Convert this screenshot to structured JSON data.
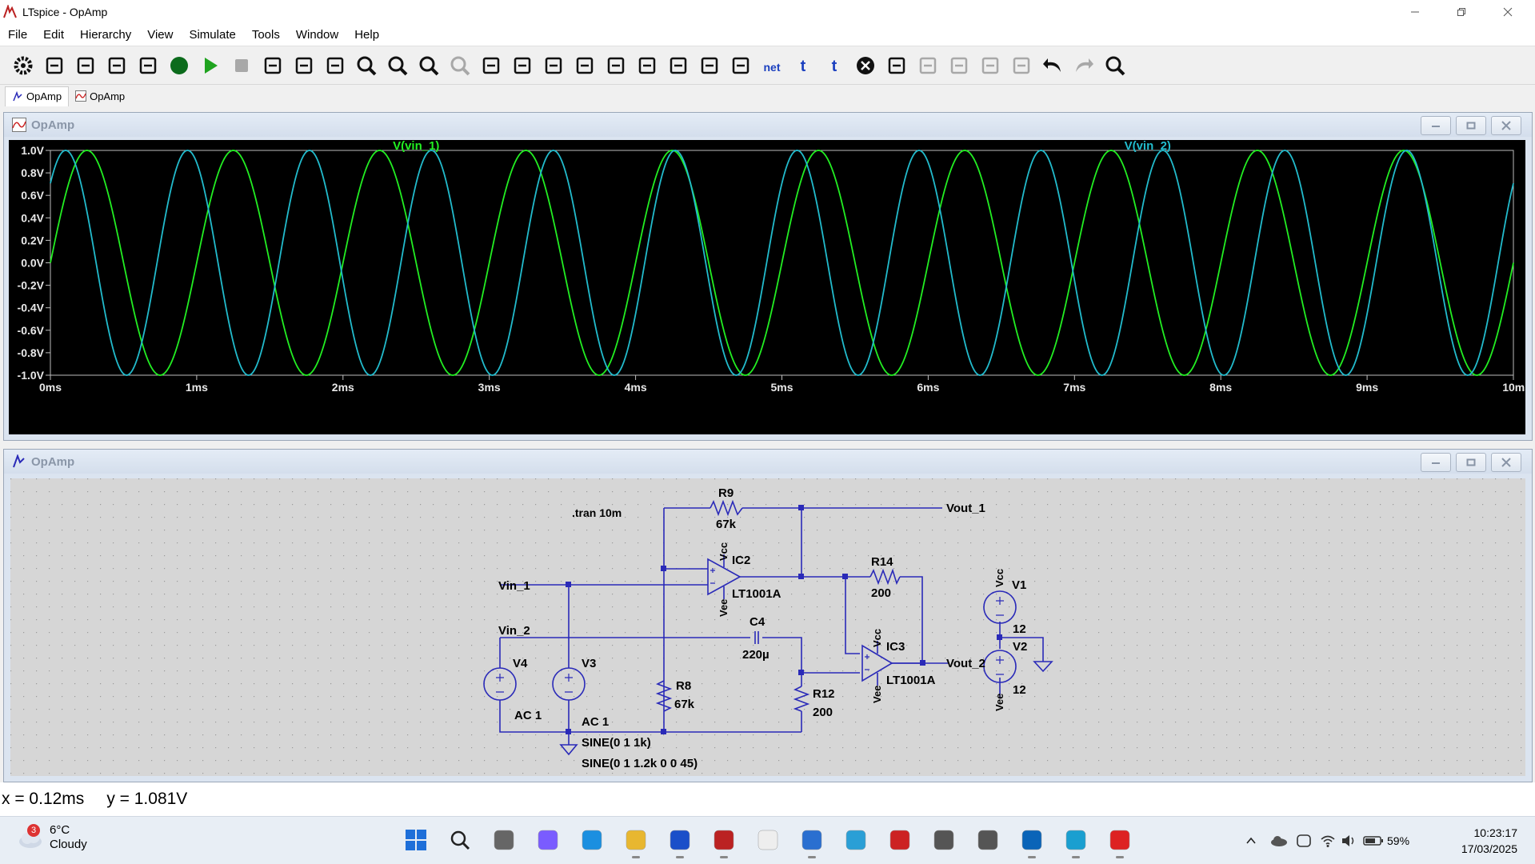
{
  "window": {
    "title": "LTspice - OpAmp"
  },
  "menu": [
    "File",
    "Edit",
    "Hierarchy",
    "View",
    "Simulate",
    "Tools",
    "Window",
    "Help"
  ],
  "toolbar": {
    "icons": [
      "gear-icon",
      "new-schematic-icon",
      "open-icon",
      "save-icon",
      "print-icon",
      "ac-analysis-icon",
      "run-icon",
      "halt-icon",
      "tile-vertical-icon",
      "tile-horizontal-icon",
      "cascade-icon",
      "zoom-in-icon",
      "zoom-out-icon",
      "zoom-fit-icon",
      "zoom-back-icon",
      "autorange-icon",
      "wire-icon",
      "ground-icon",
      "label-net-icon",
      "resistor-icon",
      "capacitor-icon",
      "inductor-icon",
      "diode-icon",
      "component-icon",
      "net-icon",
      "text-icon",
      "spice-directive-icon",
      "delete-icon",
      "move-icon",
      "drag-icon",
      "mirror-icon",
      "rotate-icon",
      "duplicate-icon",
      "undo-icon",
      "redo-icon",
      "find-icon"
    ],
    "net_label": "net",
    "text_label": "t",
    "directive_label": "t"
  },
  "tabs": [
    {
      "label": "OpAmp",
      "icon": "schematic-icon"
    },
    {
      "label": "OpAmp",
      "icon": "waveform-icon"
    }
  ],
  "waveform_window": {
    "title": "OpAmp",
    "chart_data": {
      "type": "line",
      "title": "",
      "x_ticks": [
        "0ms",
        "1ms",
        "2ms",
        "3ms",
        "4ms",
        "5ms",
        "6ms",
        "7ms",
        "8ms",
        "9ms",
        "10ms"
      ],
      "y_ticks": [
        "1.0V",
        "0.8V",
        "0.6V",
        "0.4V",
        "0.2V",
        "0.0V",
        "-0.2V",
        "-0.4V",
        "-0.6V",
        "-0.8V",
        "-1.0V"
      ],
      "xlim": [
        0,
        10
      ],
      "ylim": [
        -1.0,
        1.0
      ],
      "grid": false,
      "series": [
        {
          "name": "V(vin_1)",
          "color": "#22ee22",
          "amplitude": 1,
          "frequency_khz": 1,
          "phase_deg": 0
        },
        {
          "name": "V(vin_2)",
          "color": "#22bbcc",
          "amplitude": 1,
          "frequency_khz": 1.2,
          "phase_deg": 45
        }
      ]
    }
  },
  "schematic_window": {
    "title": "OpAmp",
    "labels": {
      "tran": ".tran 10m",
      "r9_name": "R9",
      "r9_value": "67k",
      "vout1": "Vout_1",
      "ic2_name": "IC2",
      "ic2_part": "LT1001A",
      "vcc_ic2": "Vcc",
      "vee_ic2": "Vee",
      "vin1": "Vin_1",
      "r14_name": "R14",
      "r14_value": "200",
      "vin2": "Vin_2",
      "c4_name": "C4",
      "c4_value": "220µ",
      "ic3_name": "IC3",
      "ic3_part": "LT1001A",
      "vcc_ic3": "Vcc",
      "vee_ic3": "Vee",
      "vout2": "Vout_2",
      "v1_name": "V1",
      "v1_value": "12",
      "vcc_v1": "Vcc",
      "v2_name": "V2",
      "v2_value": "12",
      "vee_v2": "Vee",
      "v4_name": "V4",
      "v4_ac": "AC 1",
      "v3_name": "V3",
      "v3_ac": "AC 1",
      "r8_name": "R8",
      "r8_value": "67k",
      "r12_name": "R12",
      "r12_value": "200",
      "sine1": "SINE(0 1 1k)",
      "sine2": "SINE(0 1 1.2k 0 0 45)"
    }
  },
  "status": {
    "cursor_x": "x = 0.12ms",
    "cursor_y": "y = 1.081V"
  },
  "taskbar": {
    "weather_temp": "6°C",
    "weather_desc": "Cloudy",
    "weather_badge": "3",
    "battery": "59%",
    "time": "10:23:17",
    "date": "17/03/2025"
  },
  "colors": {
    "plot_bg": "#000000",
    "wire": "#2a2ab8",
    "grid_dot": "#9a9a9a",
    "accent_red": "#cc2222"
  }
}
